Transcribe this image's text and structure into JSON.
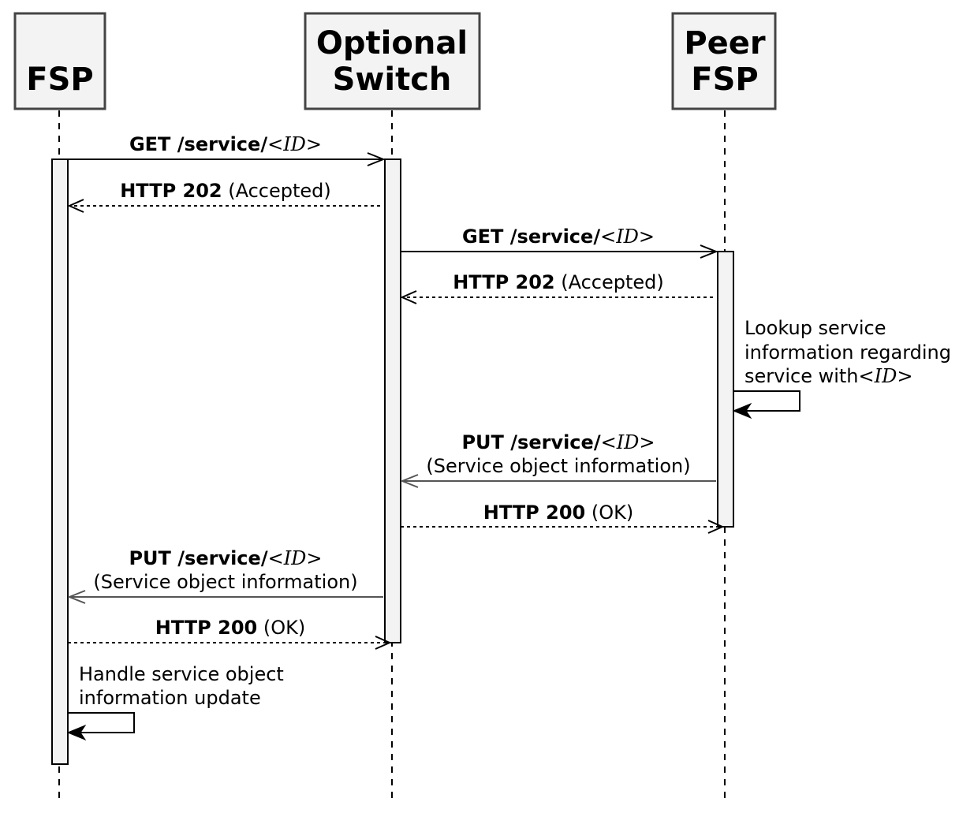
{
  "participants": {
    "fsp": [
      "FSP"
    ],
    "switch": [
      "Optional",
      "Switch"
    ],
    "peer": [
      "Peer",
      "FSP"
    ]
  },
  "messages": {
    "m1": {
      "verb": "GET /service/",
      "id": "<ID>"
    },
    "m2": {
      "status": "HTTP 202",
      "detail": " (Accepted)"
    },
    "m3": {
      "verb": "GET /service/",
      "id": "<ID>"
    },
    "m4": {
      "status": "HTTP 202",
      "detail": " (Accepted)"
    },
    "note_peer": {
      "line1": "Lookup service",
      "line2": "information regarding",
      "line3": "service with",
      "id": "<ID>"
    },
    "m5": {
      "verb": "PUT /service/",
      "id": "<ID>",
      "detail": "(Service object information)"
    },
    "m6": {
      "status": "HTTP 200",
      "detail": " (OK)"
    },
    "m7": {
      "verb": "PUT /service/",
      "id": "<ID>",
      "detail": "(Service object information)"
    },
    "m8": {
      "status": "HTTP 200",
      "detail": " (OK)"
    },
    "note_fsp": {
      "line1": "Handle service object",
      "line2": "information update"
    }
  },
  "colors": {
    "box_fill": "#f3f3f3",
    "box_stroke": "#444444",
    "reply_arrow": "#555555"
  }
}
